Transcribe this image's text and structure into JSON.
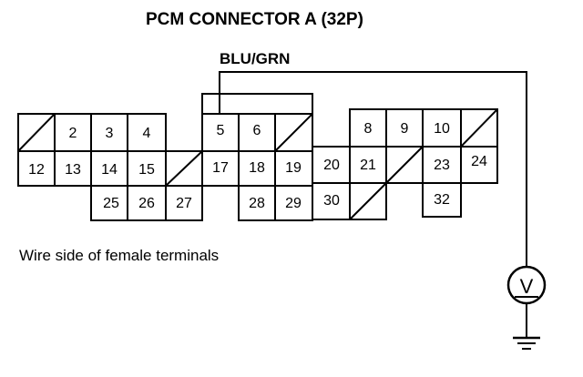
{
  "title": "PCM CONNECTOR A (32P)",
  "wire_label": "BLU/GRN",
  "caption": "Wire side of female terminals",
  "meter_symbol": "V",
  "pins": {
    "p2": "2",
    "p3": "3",
    "p4": "4",
    "p5": "5",
    "p6": "6",
    "p8": "8",
    "p9": "9",
    "p10": "10",
    "p12": "12",
    "p13": "13",
    "p14": "14",
    "p15": "15",
    "p17": "17",
    "p18": "18",
    "p19": "19",
    "p20": "20",
    "p21": "21",
    "p23": "23",
    "p24": "24",
    "p25": "25",
    "p26": "26",
    "p27": "27",
    "p28": "28",
    "p29": "29",
    "p30": "30",
    "p32": "32"
  },
  "icons": {
    "voltmeter": "voltmeter-icon",
    "ground": "ground-icon"
  }
}
